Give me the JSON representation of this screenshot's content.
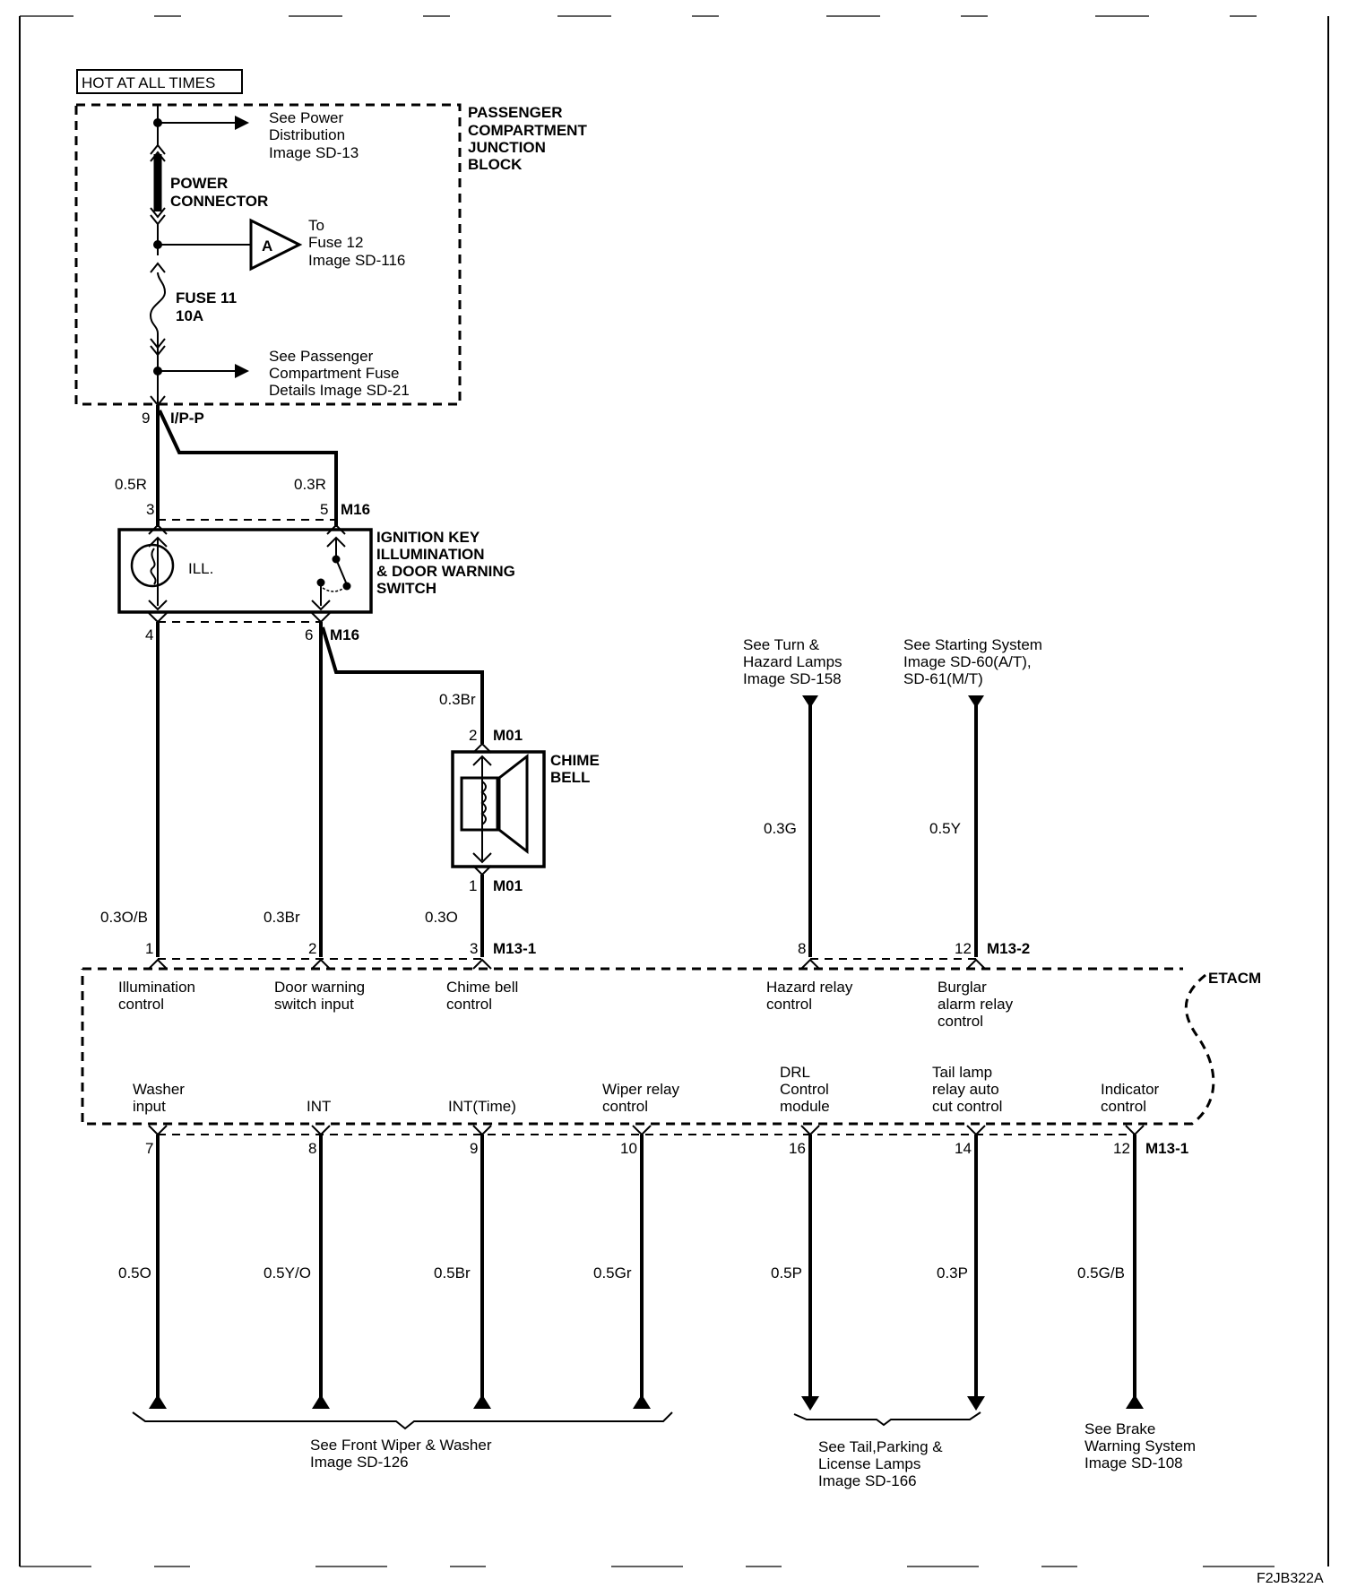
{
  "figure_id": "F2JB322A",
  "hot_label": "HOT AT ALL TIMES",
  "junction_block": {
    "title": [
      "PASSENGER",
      "COMPARTMENT",
      "JUNCTION",
      "BLOCK"
    ],
    "ref_power": [
      "See Power",
      "Distribution",
      "Image SD-13"
    ],
    "power_connector": [
      "POWER",
      "CONNECTOR"
    ],
    "to_fuse12_tag": "A",
    "to_fuse12": [
      "To",
      "Fuse 12",
      "Image SD-116"
    ],
    "fuse": [
      "FUSE 11",
      "10A"
    ],
    "ref_fuse_details": [
      "See Passenger",
      "Compartment Fuse",
      "Details Image SD-21"
    ],
    "pin": "9",
    "connector": "I/P-P"
  },
  "ignition_switch": {
    "title": [
      "IGNITION KEY",
      "ILLUMINATION",
      "& DOOR WARNING",
      "SWITCH"
    ],
    "lamp_label": "ILL.",
    "connector": "M16",
    "wire_left_in": "0.5R",
    "wire_right_in": "0.3R",
    "pin_left_in": "3",
    "pin_right_in": "5",
    "pin_left_out": "4",
    "pin_right_out": "6"
  },
  "chime_bell": {
    "title": [
      "CHIME",
      "BELL"
    ],
    "connector": "M01",
    "wire_in": "0.3Br",
    "pin_in": "2",
    "pin_out": "1"
  },
  "refs_top": {
    "hazard": [
      "See Turn &",
      "Hazard Lamps",
      "Image SD-158"
    ],
    "starting": [
      "See Starting System",
      "Image SD-60(A/T),",
      "SD-61(M/T)"
    ]
  },
  "etacm": {
    "title": "ETACM",
    "top_pins": [
      {
        "pin": "1",
        "wire": "0.3O/B",
        "label": [
          "Illumination",
          "control"
        ]
      },
      {
        "pin": "2",
        "wire": "0.3Br",
        "label": [
          "Door warning",
          "switch input"
        ]
      },
      {
        "pin": "3",
        "wire": "0.3O",
        "label": [
          "Chime bell",
          "control"
        ],
        "connector": "M13-1"
      },
      {
        "pin": "8",
        "wire": "0.3G",
        "label": [
          "Hazard relay",
          "control"
        ]
      },
      {
        "pin": "12",
        "wire": "0.5Y",
        "label": [
          "Burglar",
          "alarm relay",
          "control"
        ],
        "connector": "M13-2"
      }
    ],
    "bottom_pins": [
      {
        "pin": "7",
        "wire": "0.5O",
        "label": [
          "Washer",
          "input"
        ]
      },
      {
        "pin": "8",
        "wire": "0.5Y/O",
        "label": [
          "INT"
        ]
      },
      {
        "pin": "9",
        "wire": "0.5Br",
        "label": [
          "INT(Time)"
        ]
      },
      {
        "pin": "10",
        "wire": "0.5Gr",
        "label": [
          "Wiper relay",
          "control"
        ]
      },
      {
        "pin": "16",
        "wire": "0.5P",
        "label": [
          "DRL",
          "Control",
          "module"
        ]
      },
      {
        "pin": "14",
        "wire": "0.3P",
        "label": [
          "Tail lamp",
          "relay auto",
          "cut control"
        ]
      },
      {
        "pin": "12",
        "wire": "0.5G/B",
        "label": [
          "Indicator",
          "control"
        ],
        "connector": "M13-1"
      }
    ]
  },
  "refs_bottom": {
    "wiper": [
      "See Front Wiper & Washer",
      "Image SD-126"
    ],
    "tail": [
      "See Tail,Parking &",
      "License Lamps",
      "Image SD-166"
    ],
    "brake": [
      "See Brake",
      "Warning System",
      "Image SD-108"
    ]
  }
}
